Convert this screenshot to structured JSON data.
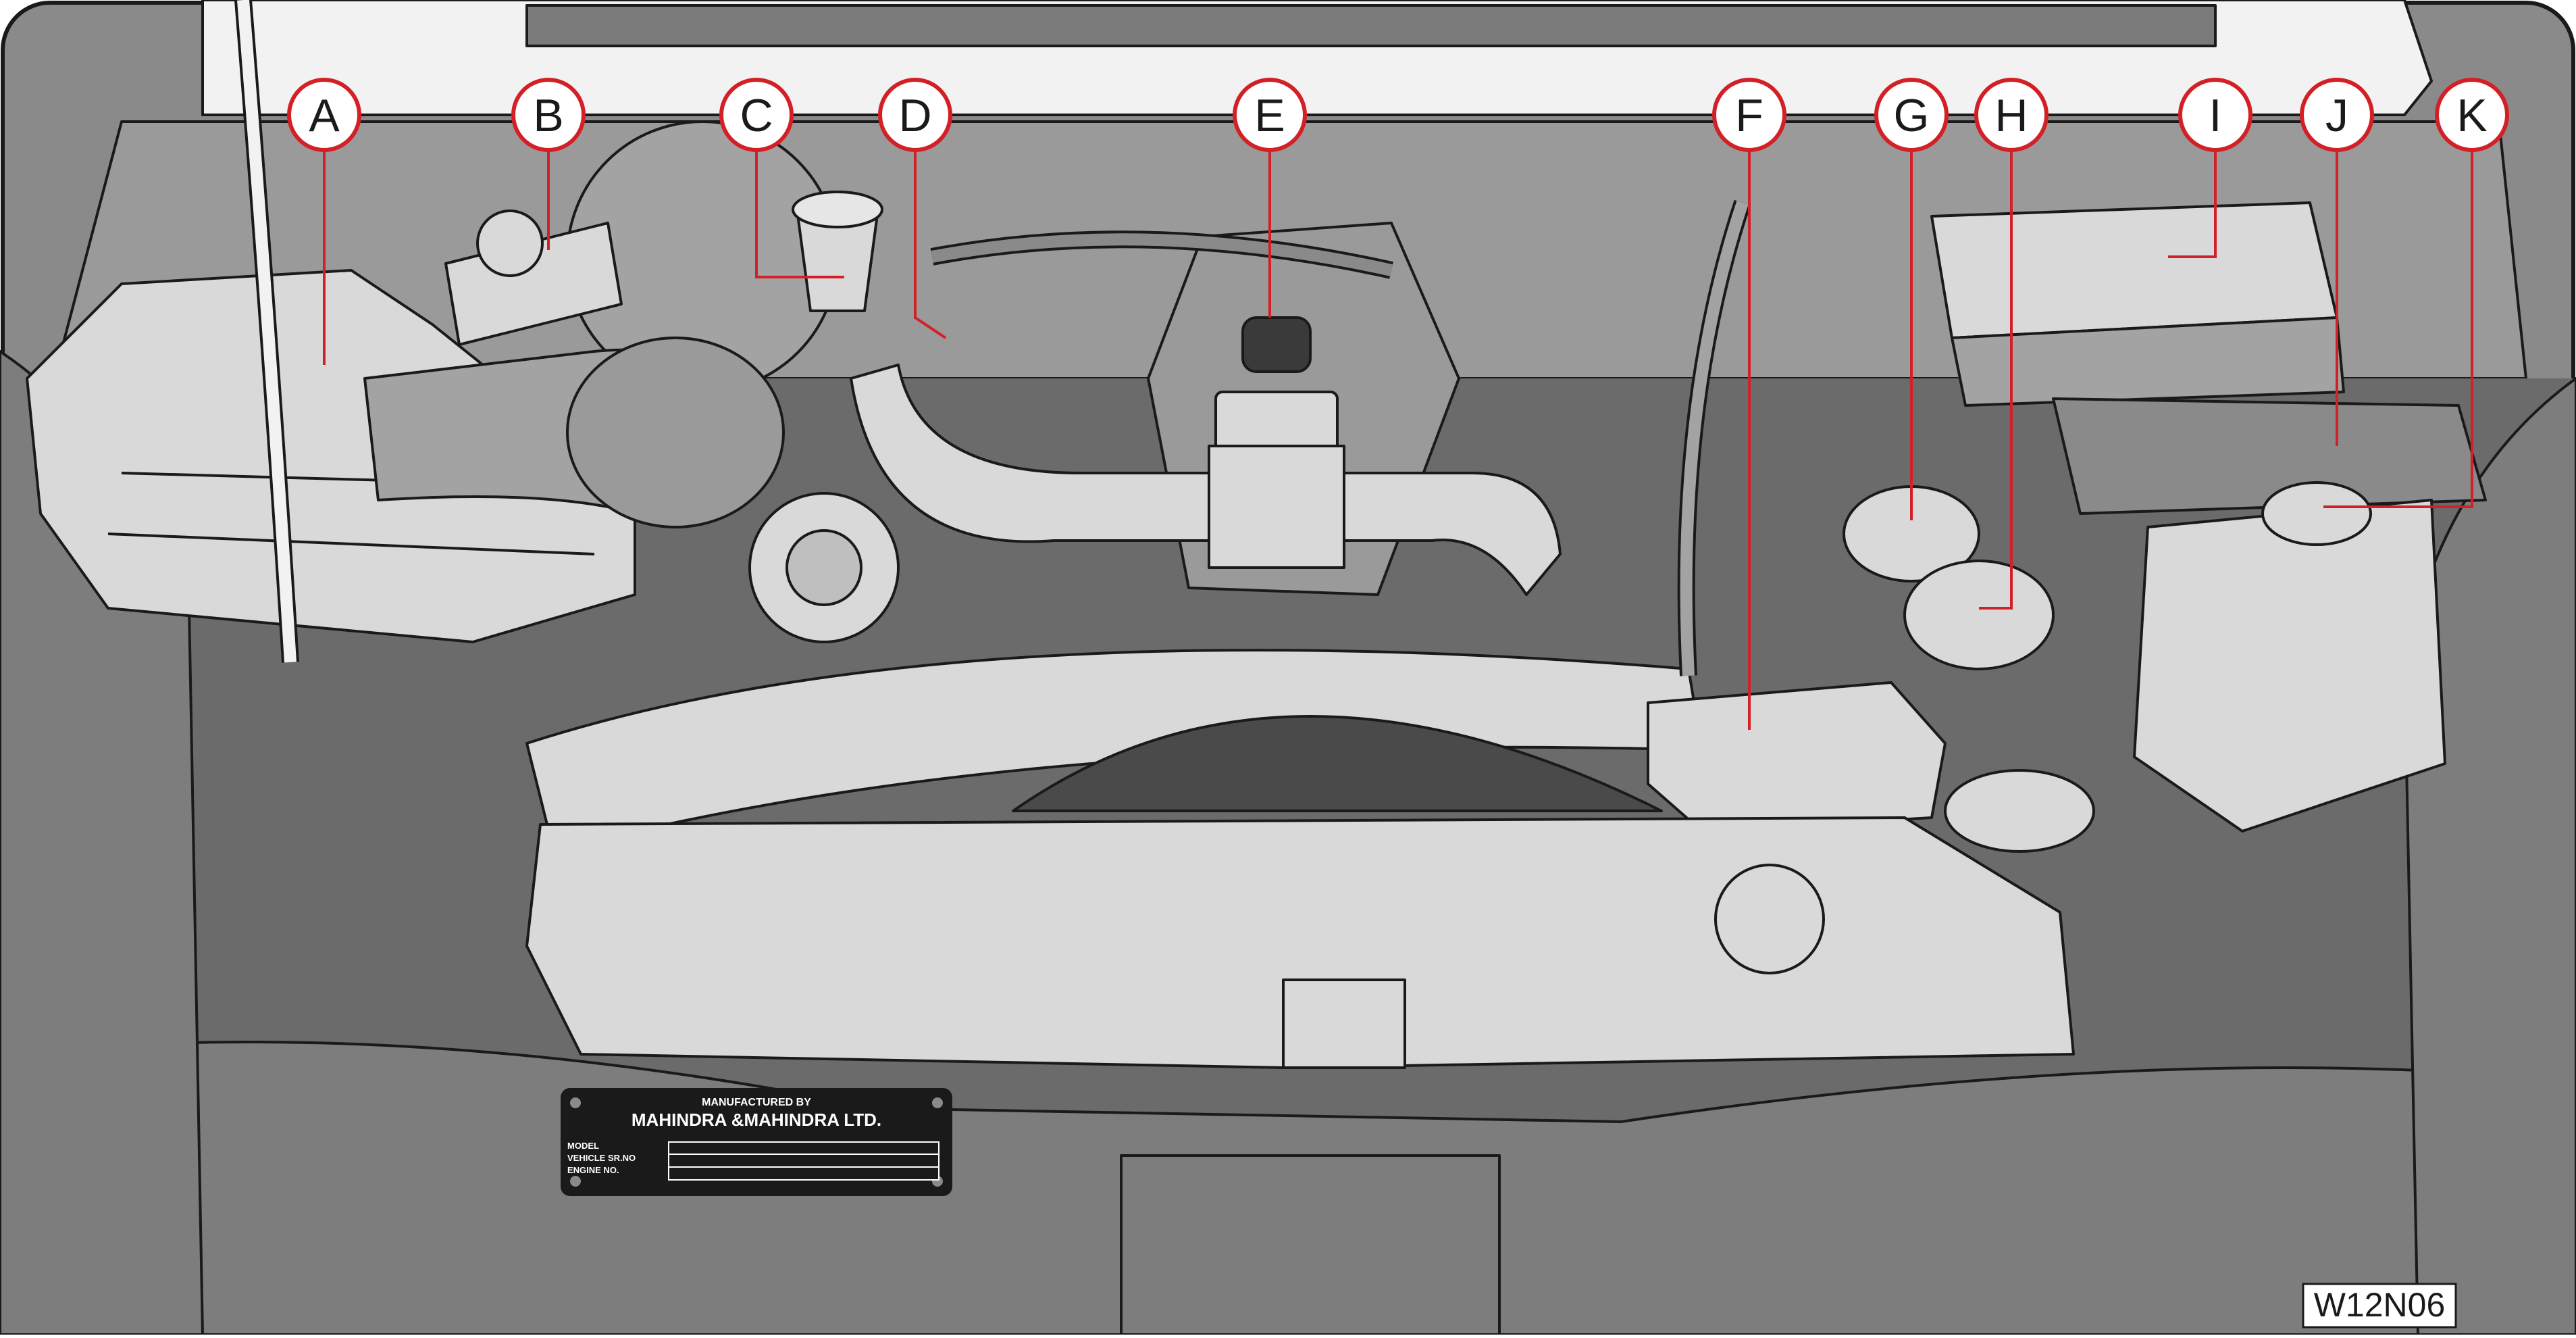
{
  "callouts": [
    "A",
    "B",
    "C",
    "D",
    "E",
    "F",
    "G",
    "H",
    "I",
    "J",
    "K"
  ],
  "plate": {
    "line1": "MANUFACTURED BY",
    "line2": "MAHINDRA &MAHINDRA LTD.",
    "fields": [
      "MODEL",
      "VEHICLE SR.NO",
      "ENGINE NO."
    ]
  },
  "figure_code": "W12N06",
  "colors": {
    "callout_ring": "#d32027",
    "outline": "#1a1a1a",
    "bay_dark": "#6b6b6b",
    "part_light": "#d9d9d9"
  }
}
